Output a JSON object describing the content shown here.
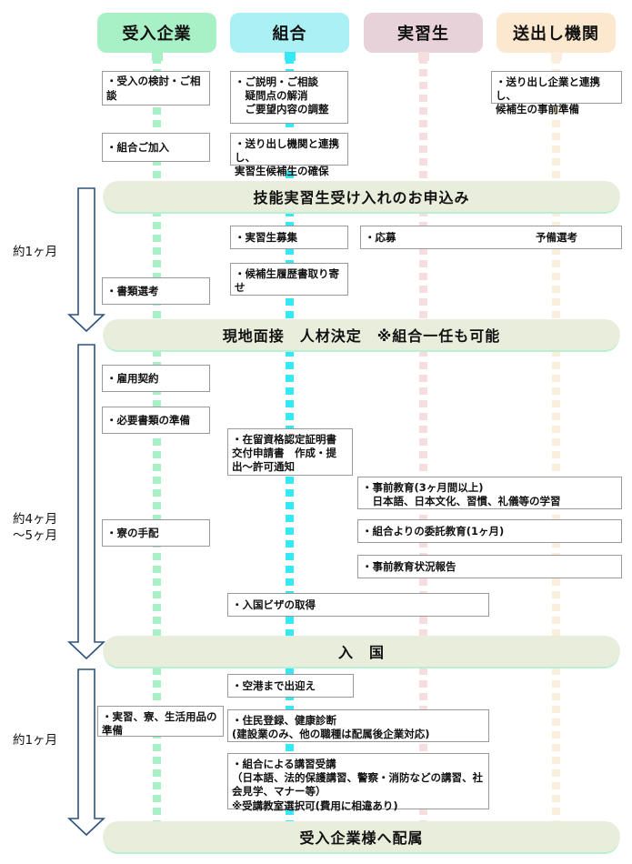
{
  "diagram": {
    "title": "技能実習生受け入れフロー",
    "columns": [
      {
        "id": "company",
        "label": "受入企業",
        "bg": "#a8f0c6",
        "lane": "#a8f0c6"
      },
      {
        "id": "union",
        "label": "組合",
        "bg": "#aaf0f5",
        "lane": "#35e8f5"
      },
      {
        "id": "trainee",
        "label": "実習生",
        "bg": "#e6d2d8",
        "lane": "#f7dede"
      },
      {
        "id": "sending",
        "label": "送出し機関",
        "bg": "#fbe8cf",
        "lane": "#fceedd"
      }
    ],
    "banners": [
      {
        "id": "apply",
        "label": "技能実習生受け入れのお申込み"
      },
      {
        "id": "interview",
        "label": "現地面接　人材決定　※組合一任も可能"
      },
      {
        "id": "entry",
        "label": "入　国"
      },
      {
        "id": "assign",
        "label": "受入企業様へ配属"
      }
    ],
    "durations": [
      {
        "id": "d1",
        "label": "約1ヶ月"
      },
      {
        "id": "d2",
        "label": "約4ヶ月\n～5ヶ月"
      },
      {
        "id": "d3",
        "label": "約1ヶ月"
      }
    ],
    "boxes": [
      {
        "id": "b1",
        "column": "company",
        "text": "・受入の検討・ご相談"
      },
      {
        "id": "b2",
        "column": "union",
        "text": "・ご説明・ご相談\n　疑問点の解消\n　ご要望内容の調整"
      },
      {
        "id": "b3",
        "column": "sending",
        "text": "・送り出し企業と連携し、\n候補生の事前準備"
      },
      {
        "id": "b4",
        "column": "company",
        "text": "・組合ご加入"
      },
      {
        "id": "b5",
        "column": "union",
        "text": "・送り出し機関と連携し、\n実習生候補生の確保"
      },
      {
        "id": "b6",
        "column": "union",
        "text": "・実習生募集"
      },
      {
        "id": "b7",
        "column": "trainee",
        "text": "・応募",
        "text_right": "予備選考"
      },
      {
        "id": "b8",
        "column": "company",
        "text": "・書類選考"
      },
      {
        "id": "b9",
        "column": "union",
        "text": "・候補生履歴書取り寄\nせ"
      },
      {
        "id": "b10",
        "column": "company",
        "text": "・雇用契約"
      },
      {
        "id": "b11",
        "column": "company",
        "text": "・必要書類の準備"
      },
      {
        "id": "b12",
        "column": "union",
        "text": "・在留資格認定証明書\n交付申請書　作成・提\n出～許可通知"
      },
      {
        "id": "b13",
        "column": "trainee",
        "text": "・事前教育(3ヶ月間以上)\n　日本語、日本文化、習慣、礼儀等の学習"
      },
      {
        "id": "b14",
        "column": "company",
        "text": "・寮の手配"
      },
      {
        "id": "b15",
        "column": "trainee",
        "text": "・組合よりの委託教育(1ヶ月)"
      },
      {
        "id": "b16",
        "column": "trainee",
        "text": "・事前教育状況報告"
      },
      {
        "id": "b17",
        "column": "union",
        "text": "・入国ビザの取得"
      },
      {
        "id": "b18",
        "column": "union",
        "text": "・空港まで出迎え"
      },
      {
        "id": "b19",
        "column": "company",
        "text": "・実習、寮、生活用品の\n準備"
      },
      {
        "id": "b20",
        "column": "union",
        "text": "・住民登録、健康診断\n(建設業のみ、他の職種は配属後企業対応)"
      },
      {
        "id": "b21",
        "column": "union",
        "text": "・組合による講習受講\n（日本語、法的保護講習、警察・消防などの講習、社\n会見学、マナー等）\n※受講教室選択可(費用に相違あり)"
      }
    ],
    "colors": {
      "banner_bg": "#e9eddc",
      "banner_shadow": "#b9f0d4",
      "box_border": "#9a9a9a",
      "arrow_stroke": "#2c527e",
      "text": "#111111"
    }
  }
}
